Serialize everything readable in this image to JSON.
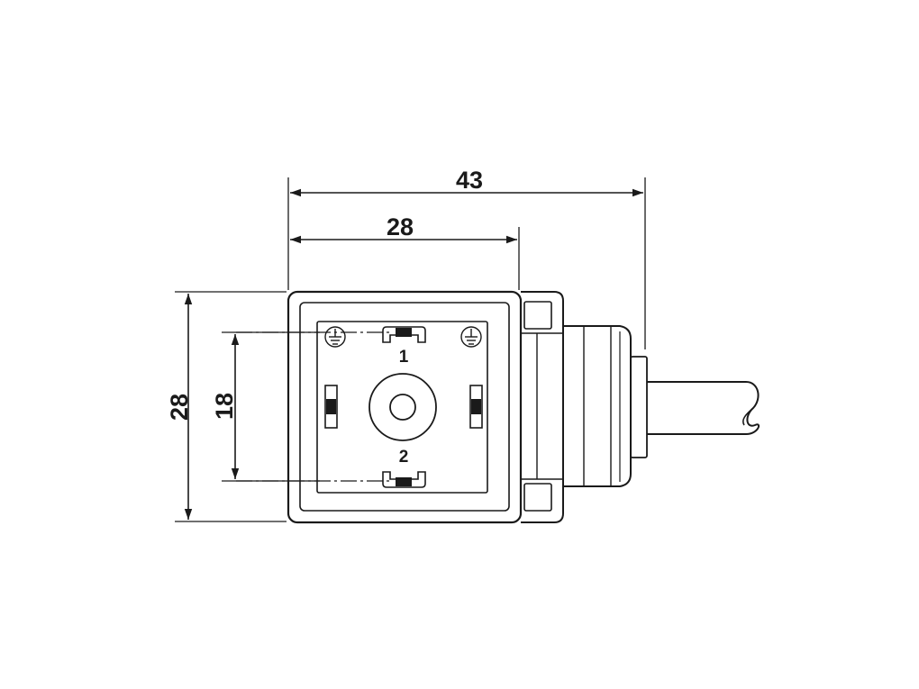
{
  "dimensions": {
    "overall_width": "43",
    "housing_width": "28",
    "housing_height": "28",
    "pin_spacing": "18"
  },
  "pins": {
    "pin1_label": "1",
    "pin2_label": "2"
  },
  "icons": {
    "ground_left": "ground-symbol-icon",
    "ground_right": "ground-symbol-icon"
  },
  "colors": {
    "line": "#1a1a1a",
    "background": "#ffffff"
  }
}
